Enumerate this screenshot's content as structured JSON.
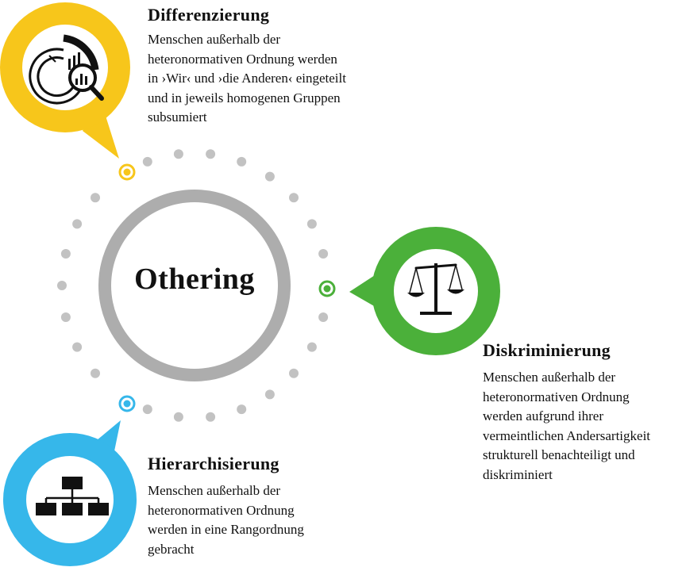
{
  "center": {
    "title": "Othering"
  },
  "colors": {
    "yellow": "#F7C61B",
    "green": "#4BB03A",
    "blue": "#36B7EA",
    "ring": "#ADADAD",
    "dots": "#C2C2C2",
    "icon": "#111111"
  },
  "sections": {
    "differenzierung": {
      "icon": "magnifier-analytics-icon",
      "heading": "Differenzierung",
      "lines": [
        "Menschen außerhalb der",
        "heteronormativen Ordnung werden",
        "in ›Wir‹ und ›die Anderen‹ eingeteilt",
        "und in jeweils homogenen Gruppen",
        "subsumiert"
      ]
    },
    "diskriminierung": {
      "icon": "scales-icon",
      "heading": "Diskriminierung",
      "lines": [
        "Menschen außerhalb der",
        "heteronormativen Ordnung",
        "werden aufgrund ihrer",
        "vermeintlichen Andersartigkeit",
        "strukturell benachteiligt und",
        "diskriminiert"
      ]
    },
    "hierarchisierung": {
      "icon": "org-chart-icon",
      "heading": "Hierarchisierung",
      "lines": [
        "Menschen außerhalb der",
        "heteronormativen Ordnung",
        "werden in eine Rangordnung",
        "gebracht"
      ]
    }
  }
}
